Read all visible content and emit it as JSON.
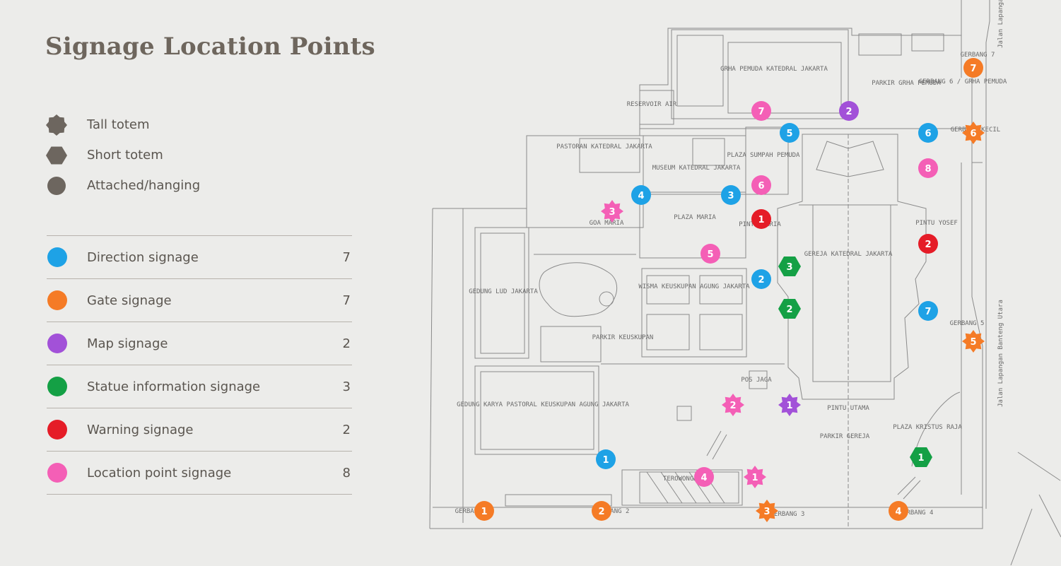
{
  "title": "Signage Location Points",
  "shape_legend": [
    {
      "icon": "star-icon",
      "label": "Tall totem"
    },
    {
      "icon": "hexagon-icon",
      "label": "Short totem"
    },
    {
      "icon": "circle-icon",
      "label": "Attached/hanging"
    }
  ],
  "categories": [
    {
      "key": "direction",
      "label": "Direction signage",
      "count": "7",
      "color": "#1ea2e6"
    },
    {
      "key": "gate",
      "label": "Gate signage",
      "count": "7",
      "color": "#f57b26"
    },
    {
      "key": "map",
      "label": "Map signage",
      "count": "2",
      "color": "#a251d8"
    },
    {
      "key": "statue",
      "label": "Statue information signage",
      "count": "3",
      "color": "#14a045"
    },
    {
      "key": "warning",
      "label": "Warning signage",
      "count": "2",
      "color": "#e51c27"
    },
    {
      "key": "location",
      "label": "Location point signage",
      "count": "8",
      "color": "#f45fb6"
    }
  ],
  "map_labels": [
    "GRHA PEMUDA KATEDRAL JAKARTA",
    "RESERVOIR AIR",
    "PARKIR GRHA PEMUDA",
    "GERBANG 7",
    "GERBANG 6 / GRHA PEMUDA",
    "GERBANG KECIL",
    "PASTORAN KATEDRAL JAKARTA",
    "MUSEUM KATEDRAL JAKARTA",
    "PLAZA SUMPAH PEMUDA",
    "GOA MARIA",
    "PLAZA MARIA",
    "PINTU MARIA",
    "PINTU YOSEF",
    "GEREJA KATEDRAL JAKARTA",
    "WISMA KEUSKUPAN AGUNG JAKARTA",
    "GEDUNG LUD JAKARTA",
    "PARKIR KEUSKUPAN",
    "POS JAGA",
    "GEDUNG KARYA PASTORAL KEUSKUPAN AGUNG JAKARTA",
    "PINTU UTAMA",
    "PARKIR GEREJA",
    "PLAZA KRISTUS RAJA",
    "GERBANG 5",
    "TEROWONGAN",
    "GERBANG 1",
    "GERBANG 2",
    "GERBANG 3",
    "GERBANG 4",
    "Jalan Lapangan Banteng Utara",
    "Jalan Lapangan"
  ],
  "markers": [
    {
      "cat": "direction",
      "shape": "circle",
      "n": "1"
    },
    {
      "cat": "direction",
      "shape": "circle",
      "n": "2"
    },
    {
      "cat": "direction",
      "shape": "circle",
      "n": "3"
    },
    {
      "cat": "direction",
      "shape": "circle",
      "n": "4"
    },
    {
      "cat": "direction",
      "shape": "circle",
      "n": "5"
    },
    {
      "cat": "direction",
      "shape": "circle",
      "n": "6"
    },
    {
      "cat": "direction",
      "shape": "circle",
      "n": "7"
    },
    {
      "cat": "gate",
      "shape": "circle",
      "n": "1"
    },
    {
      "cat": "gate",
      "shape": "circle",
      "n": "2"
    },
    {
      "cat": "gate",
      "shape": "star",
      "n": "3"
    },
    {
      "cat": "gate",
      "shape": "circle",
      "n": "4"
    },
    {
      "cat": "gate",
      "shape": "star",
      "n": "5"
    },
    {
      "cat": "gate",
      "shape": "star",
      "n": "6"
    },
    {
      "cat": "gate",
      "shape": "circle",
      "n": "7"
    },
    {
      "cat": "map",
      "shape": "star",
      "n": "1"
    },
    {
      "cat": "map",
      "shape": "circle",
      "n": "2"
    },
    {
      "cat": "statue",
      "shape": "hexagon",
      "n": "1"
    },
    {
      "cat": "statue",
      "shape": "hexagon",
      "n": "2"
    },
    {
      "cat": "statue",
      "shape": "hexagon",
      "n": "3"
    },
    {
      "cat": "warning",
      "shape": "circle",
      "n": "1"
    },
    {
      "cat": "warning",
      "shape": "circle",
      "n": "2"
    },
    {
      "cat": "location",
      "shape": "star",
      "n": "1"
    },
    {
      "cat": "location",
      "shape": "star",
      "n": "2"
    },
    {
      "cat": "location",
      "shape": "star",
      "n": "3"
    },
    {
      "cat": "location",
      "shape": "circle",
      "n": "4"
    },
    {
      "cat": "location",
      "shape": "circle",
      "n": "5"
    },
    {
      "cat": "location",
      "shape": "circle",
      "n": "6"
    },
    {
      "cat": "location",
      "shape": "circle",
      "n": "7"
    },
    {
      "cat": "location",
      "shape": "circle",
      "n": "8"
    }
  ]
}
